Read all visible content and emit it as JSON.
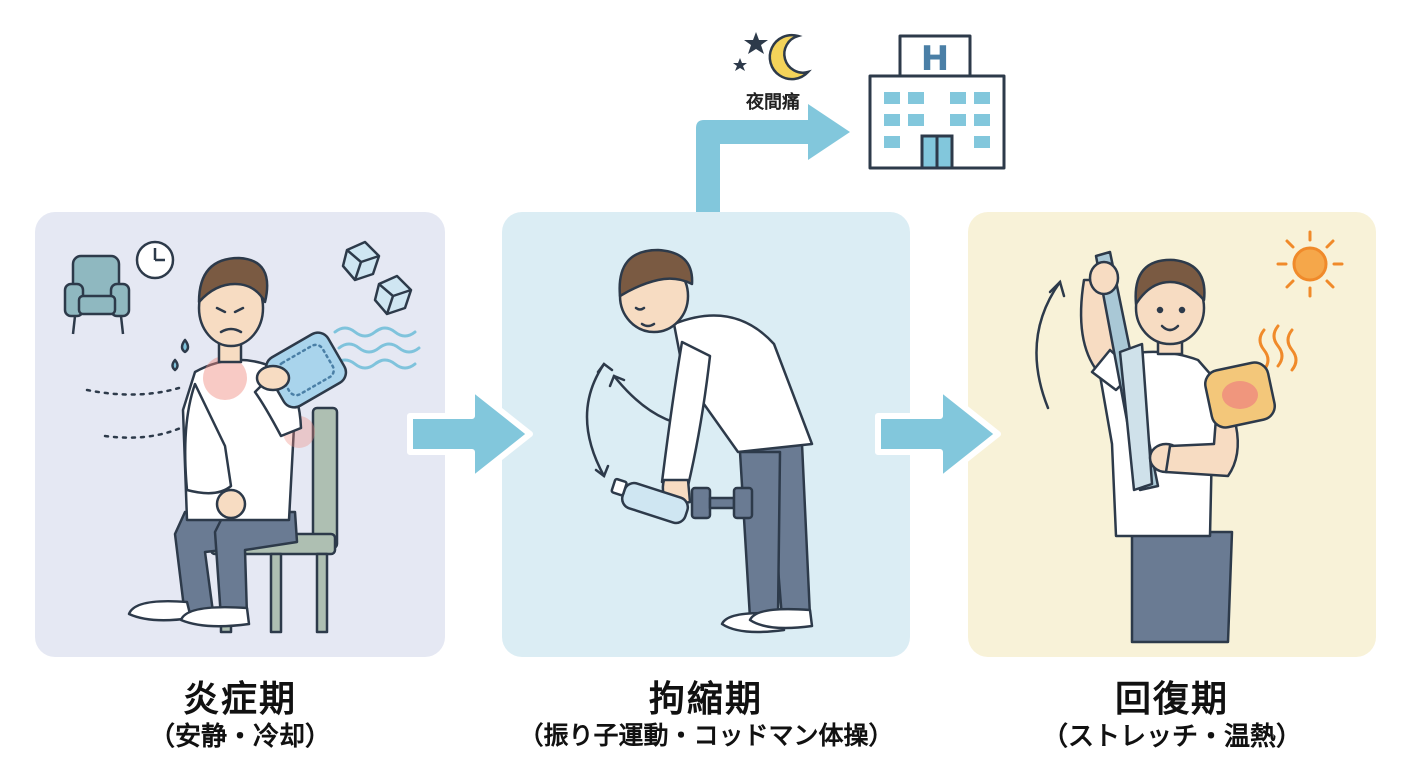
{
  "colors": {
    "panel_inflammation": "#e5e8f3",
    "panel_frozen": "#dbedf4",
    "panel_recovery": "#f8f2d8",
    "arrow": "#82c7dc",
    "shirt": "#ffffff",
    "pants": "#6a7b93",
    "hair": "#7a5a42",
    "skin": "#f7dcc2",
    "pain": "#ef8a7e",
    "sun": "#f08a2a"
  },
  "phases": [
    {
      "title": "炎症期",
      "subtitle": "（安静・冷却）",
      "icons": [
        "armchair-icon",
        "clock-icon",
        "ice-cube-icon",
        "ice-pack-icon",
        "chair-icon"
      ]
    },
    {
      "title": "拘縮期",
      "subtitle": "（振り子運動・コッドマン体操）",
      "icons": [
        "swing-arrow-icon",
        "water-bottle-icon",
        "dumbbell-icon"
      ]
    },
    {
      "title": "回復期",
      "subtitle": "（ストレッチ・温熱）",
      "icons": [
        "sun-icon",
        "heat-waves-icon",
        "towel-icon",
        "heat-pack-icon",
        "raise-arrow-icon"
      ]
    }
  ],
  "branch": {
    "label": "夜間痛",
    "sign_letter": "H",
    "icons": [
      "moon-icon",
      "star-icon",
      "hospital-icon"
    ]
  }
}
